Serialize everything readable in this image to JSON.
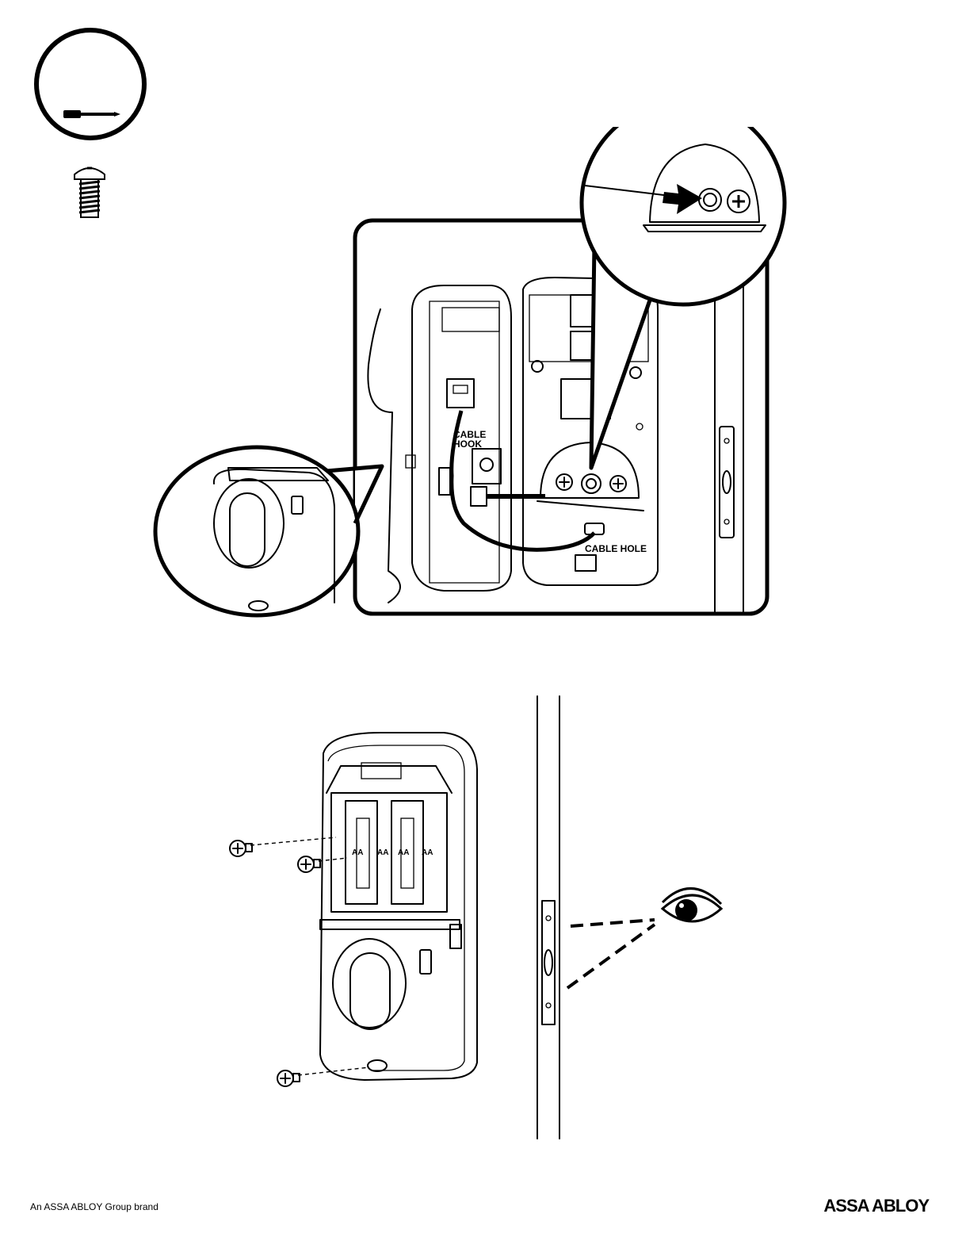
{
  "page": {
    "background": "#ffffff",
    "ink": "#000000"
  },
  "icons": {
    "tool": "screwdriver-icon",
    "screw": "screw-icon",
    "eye": "eye-icon"
  },
  "figure_top": {
    "labels": {
      "cable_hole": "CABLE HOLE",
      "cable": "CABLE",
      "hook": "HOOK"
    }
  },
  "figure_bottom": {
    "battery_labels": [
      "AA",
      "AA",
      "AA",
      "AA"
    ]
  },
  "footer": {
    "group_text": "An ASSA ABLOY Group brand",
    "logo_text": "ASSA ABLOY"
  }
}
